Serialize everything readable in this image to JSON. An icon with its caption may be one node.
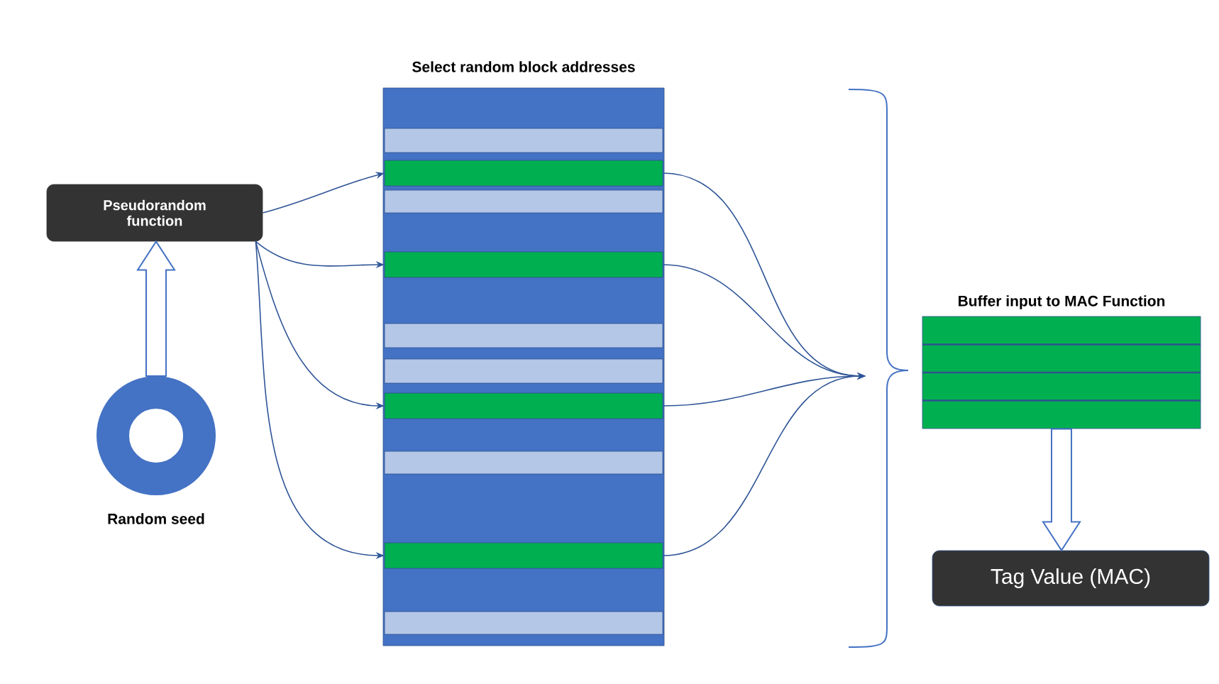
{
  "diagram": {
    "nodes": [
      {
        "text": [
          "Pseudorandom function"
        ]
      },
      {
        "text": [],
        "shape": "circle",
        "beside": [
          "Random seed"
        ]
      },
      {
        "text": [
          "Select random block addresses"
        ]
      },
      {
        "text": [],
        "shape": "bar",
        "in": 2
      },
      {
        "text": [],
        "shape": "bar",
        "in": 2
      },
      {
        "text": [],
        "shape": "bar",
        "in": 2
      },
      {
        "text": [],
        "shape": "bar",
        "in": 2
      },
      {
        "text": [],
        "shape": "bar",
        "in": 2
      },
      {
        "text": [],
        "shape": "bar",
        "in": 2
      },
      {
        "text": [],
        "shape": "bar",
        "in": 2
      },
      {
        "text": [],
        "shape": "bar",
        "in": 2
      },
      {
        "text": [],
        "shape": "bar",
        "in": 2
      },
      {
        "text": [],
        "shape": "bar",
        "in": 2
      },
      {
        "text": [
          "Buffer input to MAC Function"
        ]
      },
      {
        "text": [
          "Tag Value (MAC)"
        ]
      }
    ],
    "edges": [
      {
        "from": 1,
        "to": 0,
        "arrow": "to",
        "style": "thick"
      },
      {
        "from": 0,
        "to": 4,
        "arrow": "to"
      },
      {
        "from": 0,
        "to": 6,
        "arrow": "to"
      },
      {
        "from": 0,
        "to": 9,
        "arrow": "to"
      },
      {
        "from": 0,
        "to": 11,
        "arrow": "to"
      },
      {
        "from": 4,
        "to": null,
        "arrow": "to"
      },
      {
        "from": 6,
        "to": null,
        "arrow": "to"
      },
      {
        "from": 9,
        "to": null,
        "arrow": "to"
      },
      {
        "from": 11,
        "to": null,
        "arrow": "to"
      },
      {
        "from": 13,
        "to": 14,
        "arrow": "to",
        "style": "thick"
      }
    ]
  }
}
